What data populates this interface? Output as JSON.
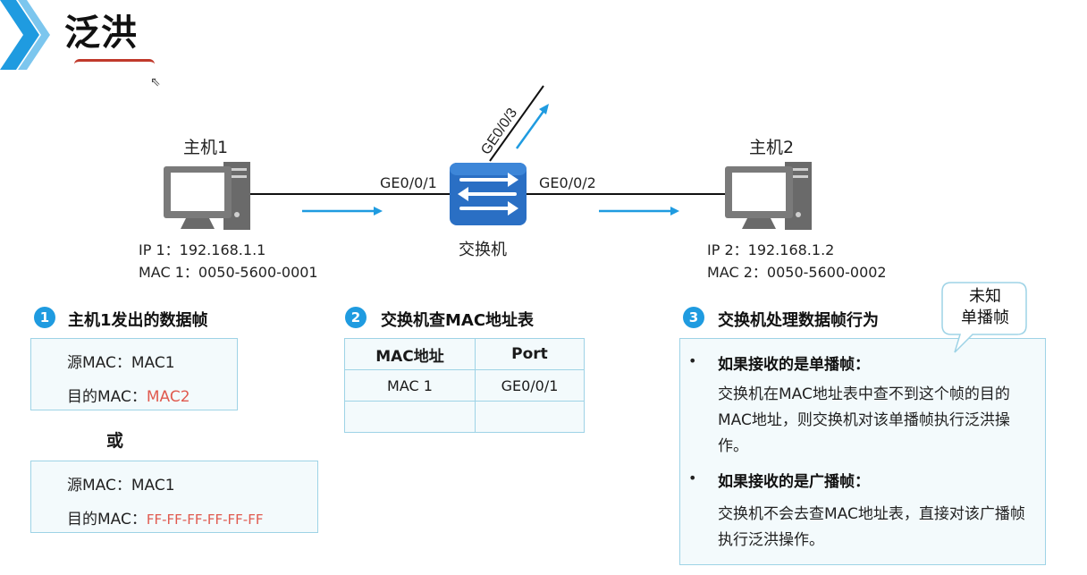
{
  "page": {
    "title": "泛洪"
  },
  "diagram": {
    "host1": {
      "name": "主机1",
      "ip": "IP 1：192.168.1.1",
      "mac": "MAC 1：0050-5600-0001"
    },
    "host2": {
      "name": "主机2",
      "ip": "IP 2：192.168.1.2",
      "mac": "MAC 2：0050-5600-0002"
    },
    "switch_label": "交换机",
    "ports": {
      "p1": "GE0/0/1",
      "p2": "GE0/0/2",
      "p3": "GE0/0/3"
    },
    "colors": {
      "arrow": "#1f9be0",
      "switch": "#2a6fc4",
      "accent_red": "#e05a4f"
    }
  },
  "step1": {
    "badge": "1",
    "title": "主机1发出的数据帧",
    "frame_a": {
      "src": "源MAC：MAC1",
      "dst_label": "目的MAC：",
      "dst_value": "MAC2"
    },
    "or": "或",
    "frame_b": {
      "src": "源MAC：MAC1",
      "dst_label": "目的MAC：",
      "dst_value": "FF-FF-FF-FF-FF-FF"
    }
  },
  "step2": {
    "badge": "2",
    "title": "交换机查MAC地址表",
    "columns": [
      "MAC地址",
      "Port"
    ],
    "rows": [
      [
        "MAC 1",
        "GE0/0/1"
      ],
      [
        "",
        ""
      ]
    ]
  },
  "step3": {
    "badge": "3",
    "title": "交换机处理数据帧行为",
    "callout_line1": "未知",
    "callout_line2": "单播帧",
    "rule1_head": "如果接收的是单播帧：",
    "rule1_body": "交换机在MAC地址表中查不到这个帧的目的MAC地址，则交换机对该单播帧执行泛洪操作。",
    "rule2_head": "如果接收的是广播帧：",
    "rule2_body": "交换机不会去查MAC地址表，直接对该广播帧执行泛洪操作。",
    "bullet": "•"
  }
}
